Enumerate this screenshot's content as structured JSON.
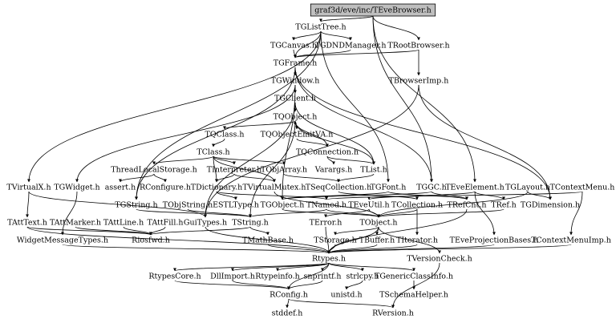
{
  "graph": {
    "root": "graf3d/eve/inc/TEveBrowser.h",
    "nodes": [
      {
        "id": "root",
        "label": "graf3d/eve/inc/TEveBrowser.h"
      },
      {
        "id": "TGListTree",
        "label": "TGListTree.h"
      },
      {
        "id": "TGCanvas",
        "label": "TGCanvas.h"
      },
      {
        "id": "TGDNDManager",
        "label": "TGDNDManager.h"
      },
      {
        "id": "TRootBrowser",
        "label": "TRootBrowser.h"
      },
      {
        "id": "TGFrame",
        "label": "TGFrame.h"
      },
      {
        "id": "TBrowserImp",
        "label": "TBrowserImp.h"
      },
      {
        "id": "TGWindow",
        "label": "TGWindow.h"
      },
      {
        "id": "TGClient",
        "label": "TGClient.h"
      },
      {
        "id": "TQObject",
        "label": "TQObject.h"
      },
      {
        "id": "TQClass",
        "label": "TQClass.h"
      },
      {
        "id": "TQObjectEmitVA",
        "label": "TQObjectEmitVA.h"
      },
      {
        "id": "TClass",
        "label": "TClass.h"
      },
      {
        "id": "TQConnection",
        "label": "TQConnection.h"
      },
      {
        "id": "ThreadLocalStorage",
        "label": "ThreadLocalStorage.h"
      },
      {
        "id": "TInterpreter",
        "label": "TInterpreter.h"
      },
      {
        "id": "TObjArray",
        "label": "TObjArray.h"
      },
      {
        "id": "Varargs",
        "label": "Varargs.h"
      },
      {
        "id": "TList",
        "label": "TList.h"
      },
      {
        "id": "TVirtualX",
        "label": "TVirtualX.h"
      },
      {
        "id": "TGWidget",
        "label": "TGWidget.h"
      },
      {
        "id": "assert",
        "label": "assert.h"
      },
      {
        "id": "RConfigure",
        "label": "RConfigure.h"
      },
      {
        "id": "TDictionary",
        "label": "TDictionary.h"
      },
      {
        "id": "TVirtualMutex",
        "label": "TVirtualMutex.h"
      },
      {
        "id": "TSeqCollection",
        "label": "TSeqCollection.h"
      },
      {
        "id": "TGFont",
        "label": "TGFont.h"
      },
      {
        "id": "TGGC",
        "label": "TGGC.h"
      },
      {
        "id": "TEveElement",
        "label": "TEveElement.h"
      },
      {
        "id": "TGLayout",
        "label": "TGLayout.h"
      },
      {
        "id": "TContextMenu",
        "label": "TContextMenu.h"
      },
      {
        "id": "TGString",
        "label": "TGString.h"
      },
      {
        "id": "TObjString",
        "label": "TObjString.h"
      },
      {
        "id": "ESTLType",
        "label": "ESTLType.h"
      },
      {
        "id": "TGObject",
        "label": "TGObject.h"
      },
      {
        "id": "TNamed",
        "label": "TNamed.h"
      },
      {
        "id": "TEveUtil",
        "label": "TEveUtil.h"
      },
      {
        "id": "TCollection",
        "label": "TCollection.h"
      },
      {
        "id": "TRefCnt",
        "label": "TRefCnt.h"
      },
      {
        "id": "TRef",
        "label": "TRef.h"
      },
      {
        "id": "TGDimension",
        "label": "TGDimension.h"
      },
      {
        "id": "TAttText",
        "label": "TAttText.h"
      },
      {
        "id": "TAttMarker",
        "label": "TAttMarker.h"
      },
      {
        "id": "TAttLine",
        "label": "TAttLine.h"
      },
      {
        "id": "TAttFill",
        "label": "TAttFill.h"
      },
      {
        "id": "GuiTypes",
        "label": "GuiTypes.h"
      },
      {
        "id": "TString",
        "label": "TString.h"
      },
      {
        "id": "TObject",
        "label": "TObject.h"
      },
      {
        "id": "TError",
        "label": "TError.h"
      },
      {
        "id": "WidgetMessageTypes",
        "label": "WidgetMessageTypes.h"
      },
      {
        "id": "Riosfwd",
        "label": "Riosfwd.h"
      },
      {
        "id": "TMathBase",
        "label": "TMathBase.h"
      },
      {
        "id": "TStorage",
        "label": "TStorage.h"
      },
      {
        "id": "TBuffer",
        "label": "TBuffer.h"
      },
      {
        "id": "TIterator",
        "label": "TIterator.h"
      },
      {
        "id": "TEveProjectionBases",
        "label": "TEveProjectionBases.h"
      },
      {
        "id": "TContextMenuImp",
        "label": "TContextMenuImp.h"
      },
      {
        "id": "Rtypes",
        "label": "Rtypes.h"
      },
      {
        "id": "TVersionCheck",
        "label": "TVersionCheck.h"
      },
      {
        "id": "RtypesCore",
        "label": "RtypesCore.h"
      },
      {
        "id": "DllImport",
        "label": "DllImport.h"
      },
      {
        "id": "Rtypeinfo",
        "label": "Rtypeinfo.h"
      },
      {
        "id": "snprintf",
        "label": "snprintf.h"
      },
      {
        "id": "strlcpy",
        "label": "strlcpy.h"
      },
      {
        "id": "TGenericClassInfo",
        "label": "TGenericClassInfo.h"
      },
      {
        "id": "RConfig",
        "label": "RConfig.h"
      },
      {
        "id": "unistd",
        "label": "unistd.h"
      },
      {
        "id": "TSchemaHelper",
        "label": "TSchemaHelper.h"
      },
      {
        "id": "stddef",
        "label": "stddef.h"
      },
      {
        "id": "RVersion",
        "label": "RVersion.h"
      }
    ],
    "edges": [
      [
        "root",
        "TGListTree"
      ],
      [
        "root",
        "TRootBrowser"
      ],
      [
        "root",
        "TEveElement"
      ],
      [
        "root",
        "TGGC"
      ],
      [
        "TGListTree",
        "TGCanvas"
      ],
      [
        "TGListTree",
        "TGDNDManager"
      ],
      [
        "TGListTree",
        "TGFrame"
      ],
      [
        "TGListTree",
        "TGFont"
      ],
      [
        "TGListTree",
        "TVirtualX"
      ],
      [
        "TGListTree",
        "TGString"
      ],
      [
        "TGCanvas",
        "TGFrame"
      ],
      [
        "TGDNDManager",
        "TGFrame"
      ],
      [
        "TRootBrowser",
        "TBrowserImp"
      ],
      [
        "TRootBrowser",
        "TGFrame"
      ],
      [
        "TGFrame",
        "TGWindow"
      ],
      [
        "TGFrame",
        "TGDimension"
      ],
      [
        "TGFrame",
        "TGGC"
      ],
      [
        "TGFrame",
        "TGString"
      ],
      [
        "TBrowserImp",
        "TGDimension"
      ],
      [
        "TBrowserImp",
        "GuiTypes"
      ],
      [
        "TGWindow",
        "TGClient"
      ],
      [
        "TGWindow",
        "TGObject"
      ],
      [
        "TGWindow",
        "TGWidget"
      ],
      [
        "TGClient",
        "TQObject"
      ],
      [
        "TGClient",
        "TList"
      ],
      [
        "TGClient",
        "GuiTypes"
      ],
      [
        "TQObject",
        "TQClass"
      ],
      [
        "TQObject",
        "TQObjectEmitVA"
      ],
      [
        "TQObject",
        "TList"
      ],
      [
        "TQObject",
        "TString"
      ],
      [
        "TQClass",
        "TClass"
      ],
      [
        "TQObjectEmitVA",
        "TQConnection"
      ],
      [
        "TClass",
        "ThreadLocalStorage"
      ],
      [
        "TClass",
        "TInterpreter"
      ],
      [
        "TClass",
        "TObjArray"
      ],
      [
        "TClass",
        "TDictionary"
      ],
      [
        "TClass",
        "TVirtualMutex"
      ],
      [
        "TQConnection",
        "Varargs"
      ],
      [
        "TQConnection",
        "TList"
      ],
      [
        "TQConnection",
        "TQObject"
      ],
      [
        "ThreadLocalStorage",
        "assert"
      ],
      [
        "ThreadLocalStorage",
        "RConfigure"
      ],
      [
        "TInterpreter",
        "TDictionary"
      ],
      [
        "TInterpreter",
        "TVirtualMutex"
      ],
      [
        "TObjArray",
        "TSeqCollection"
      ],
      [
        "TList",
        "TSeqCollection"
      ],
      [
        "TVirtualX",
        "TAttText"
      ],
      [
        "TVirtualX",
        "GuiTypes"
      ],
      [
        "TGWidget",
        "WidgetMessageTypes"
      ],
      [
        "TDictionary",
        "ESTLType"
      ],
      [
        "TDictionary",
        "TNamed"
      ],
      [
        "TVirtualMutex",
        "TObject"
      ],
      [
        "TSeqCollection",
        "TCollection"
      ],
      [
        "TGFont",
        "TGObject"
      ],
      [
        "TGFont",
        "TRefCnt"
      ],
      [
        "TGGC",
        "TGObject"
      ],
      [
        "TGGC",
        "TRefCnt"
      ],
      [
        "TEveElement",
        "TEveUtil"
      ],
      [
        "TEveElement",
        "TRef"
      ],
      [
        "TEveElement",
        "TEveProjectionBases"
      ],
      [
        "TGLayout",
        "TGDimension"
      ],
      [
        "TGLayout",
        "TObject"
      ],
      [
        "TContextMenu",
        "TContextMenuImp"
      ],
      [
        "TContextMenu",
        "TNamed"
      ],
      [
        "TGString",
        "TString"
      ],
      [
        "TObjString",
        "TString"
      ],
      [
        "TGObject",
        "TObject"
      ],
      [
        "TNamed",
        "TObject"
      ],
      [
        "TNamed",
        "TString"
      ],
      [
        "TEveUtil",
        "TObject"
      ],
      [
        "TEveUtil",
        "TError"
      ],
      [
        "TCollection",
        "TObject"
      ],
      [
        "TCollection",
        "TIterator"
      ],
      [
        "TRef",
        "TObject"
      ],
      [
        "TRefCnt",
        "Rtypes"
      ],
      [
        "TAttText",
        "Riosfwd"
      ],
      [
        "TAttText",
        "Rtypes"
      ],
      [
        "TAttMarker",
        "Riosfwd"
      ],
      [
        "TAttLine",
        "Riosfwd"
      ],
      [
        "TAttFill",
        "Riosfwd"
      ],
      [
        "GuiTypes",
        "Rtypes"
      ],
      [
        "TString",
        "Riosfwd"
      ],
      [
        "TString",
        "TMathBase"
      ],
      [
        "TObject",
        "Rtypes"
      ],
      [
        "TObject",
        "TStorage"
      ],
      [
        "TObject",
        "TBuffer"
      ],
      [
        "TObject",
        "TVersionCheck"
      ],
      [
        "TError",
        "Rtypes"
      ],
      [
        "TMathBase",
        "Rtypes"
      ],
      [
        "TStorage",
        "Rtypes"
      ],
      [
        "TBuffer",
        "Rtypes"
      ],
      [
        "TIterator",
        "Rtypes"
      ],
      [
        "TEveProjectionBases",
        "Rtypes"
      ],
      [
        "TContextMenuImp",
        "Rtypes"
      ],
      [
        "WidgetMessageTypes",
        "Rtypes"
      ],
      [
        "TVersionCheck",
        "RVersion"
      ],
      [
        "Rtypes",
        "RtypesCore"
      ],
      [
        "Rtypes",
        "DllImport"
      ],
      [
        "Rtypes",
        "Rtypeinfo"
      ],
      [
        "Rtypes",
        "snprintf"
      ],
      [
        "Rtypes",
        "strlcpy"
      ],
      [
        "Rtypes",
        "TGenericClassInfo"
      ],
      [
        "Rtypes",
        "RConfig"
      ],
      [
        "RtypesCore",
        "RConfig"
      ],
      [
        "DllImport",
        "RConfig"
      ],
      [
        "snprintf",
        "RConfig"
      ],
      [
        "strlcpy",
        "unistd"
      ],
      [
        "TGenericClassInfo",
        "TSchemaHelper"
      ],
      [
        "RConfig",
        "stddef"
      ],
      [
        "RConfig",
        "RVersion"
      ]
    ]
  }
}
